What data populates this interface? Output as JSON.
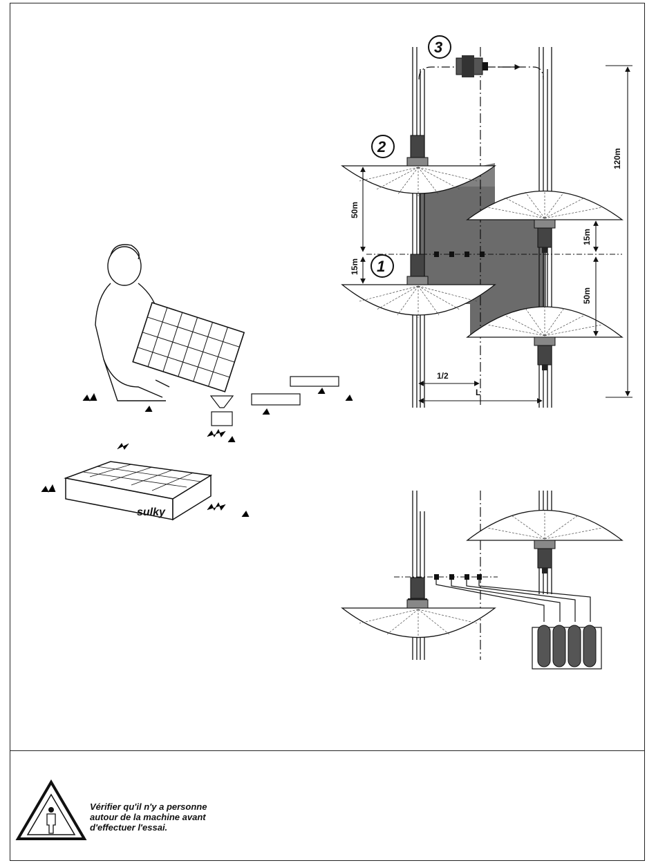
{
  "diagram": {
    "markers": [
      "1",
      "2",
      "3"
    ],
    "dimensions": {
      "total_length": "120m",
      "spread_up": "50m",
      "offset_left": "15m",
      "offset_right": "15m",
      "spread_down": "50m",
      "half_width": "1/2",
      "full_width": "L"
    },
    "brand": "sulky"
  },
  "warning": {
    "lines": [
      "Vérifier qu'il n'y a personne",
      "autour de la machine avant",
      "d'effectuer l'essai."
    ]
  }
}
